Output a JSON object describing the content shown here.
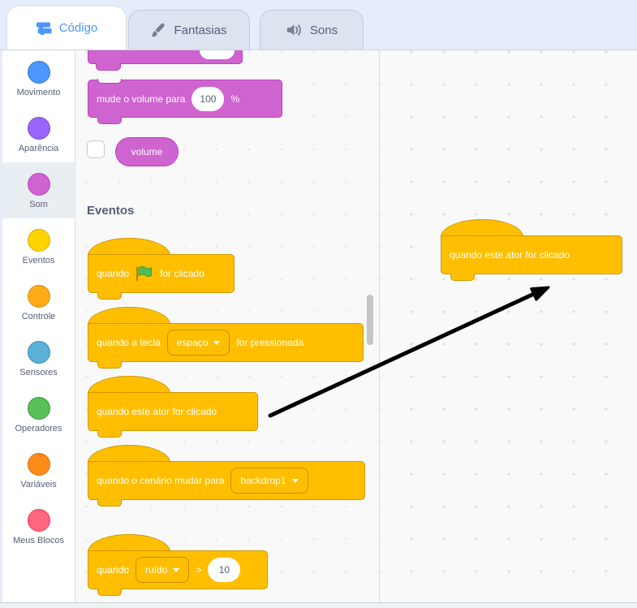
{
  "header": {
    "tabs": [
      {
        "label": "Código",
        "icon": "code-blocks-icon",
        "active": true
      },
      {
        "label": "Fantasias",
        "icon": "paintbrush-icon",
        "active": false
      },
      {
        "label": "Sons",
        "icon": "speaker-icon",
        "active": false
      }
    ]
  },
  "sidebar": {
    "categories": [
      {
        "label": "Movimento",
        "color": "#4C97FF",
        "border": "#3373CC",
        "selected": false
      },
      {
        "label": "Aparência",
        "color": "#9966FF",
        "border": "#774DCB",
        "selected": false
      },
      {
        "label": "Som",
        "color": "#CF63CF",
        "border": "#BD42BD",
        "selected": true
      },
      {
        "label": "Eventos",
        "color": "#FFD500",
        "border": "#DBA800",
        "selected": false
      },
      {
        "label": "Controle",
        "color": "#FFAB19",
        "border": "#CF8B17",
        "selected": false
      },
      {
        "label": "Sensores",
        "color": "#5CB1D6",
        "border": "#2E8EB8",
        "selected": false
      },
      {
        "label": "Operadores",
        "color": "#59C059",
        "border": "#389438",
        "selected": false
      },
      {
        "label": "Variáveis",
        "color": "#FF8C1A",
        "border": "#DB6E00",
        "selected": false
      },
      {
        "label": "Meus Blocos",
        "color": "#FF6680",
        "border": "#FF3355",
        "selected": false
      }
    ]
  },
  "palette": {
    "sound_section": {
      "set_volume_block": {
        "label": "mude o volume para",
        "value": "100",
        "unit": "%"
      },
      "volume_reporter_label": "volume"
    },
    "events_header": "Eventos",
    "blocks": {
      "when_flag_clicked": {
        "before": "quando",
        "after": "for clicado"
      },
      "when_key_pressed": {
        "before": "quando a tecla",
        "dropdown": "espaço",
        "after": "for pressionada"
      },
      "when_sprite_clicked": {
        "label": "quando este ator for clicado"
      },
      "when_backdrop_switch": {
        "before": "quando o cenário mudar para",
        "dropdown": "backdrop1"
      },
      "when_loudness": {
        "before": "quando",
        "dropdown": "ruído",
        "operator": ">",
        "value": "10"
      }
    }
  },
  "canvas": {
    "placed_block": {
      "label": "quando este ator for clicado"
    }
  },
  "colors": {
    "sound_block": "#CF63CF",
    "sound_border": "#BD42BD",
    "events_block": "#FFBF00",
    "events_border": "#CC9900",
    "active_tab_text": "#4C97FF",
    "ui_text": "#575E75",
    "workspace_bg": "#F9F9F9",
    "header_bg": "#E4EDF9"
  }
}
